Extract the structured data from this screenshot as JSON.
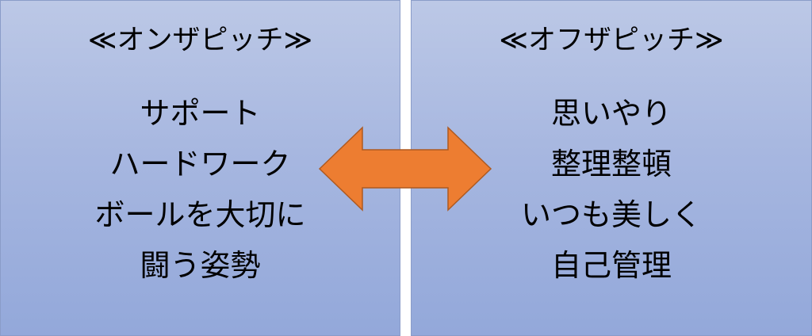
{
  "left_panel": {
    "title": "≪オンザピッチ≫",
    "lines": [
      "サポート",
      "ハードワーク",
      "ボールを大切に",
      "闘う姿勢"
    ]
  },
  "right_panel": {
    "title": "≪オフザピッチ≫",
    "lines": [
      "思いやり",
      "整理整頓",
      "いつも美しく",
      "自己管理"
    ]
  },
  "arrow": {
    "type": "double-headed",
    "fill": "#ed7d31",
    "stroke": "#ae5a21"
  },
  "colors": {
    "panel_top": "#bcc8e6",
    "panel_bottom": "#93a8da",
    "panel_border": "#8a9cc8"
  }
}
